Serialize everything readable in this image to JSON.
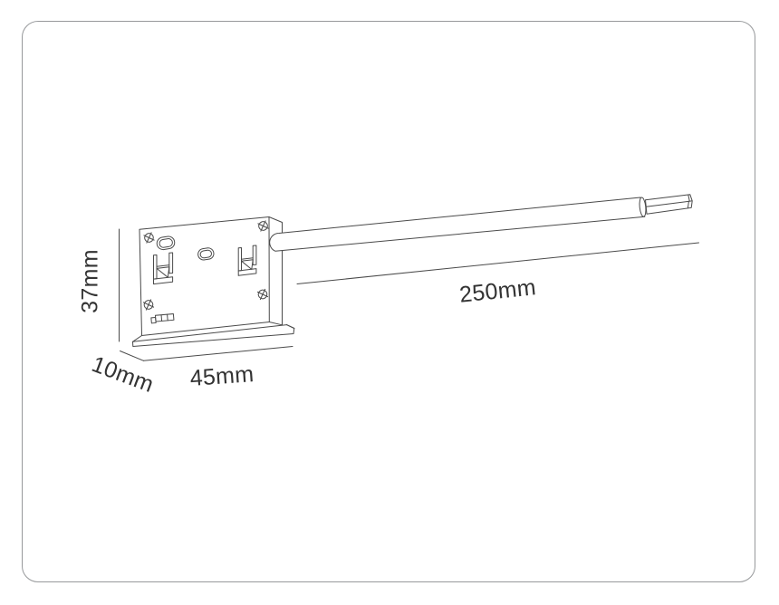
{
  "colors": {
    "background": "#ffffff",
    "panel-border": "#97999b",
    "line": "#4a4a4a",
    "label": "#333333"
  },
  "diagram": {
    "type": "product-dimension-drawing",
    "labels": {
      "height": "37mm",
      "depth": "10mm",
      "width": "45mm",
      "cable_length": "250mm"
    }
  }
}
